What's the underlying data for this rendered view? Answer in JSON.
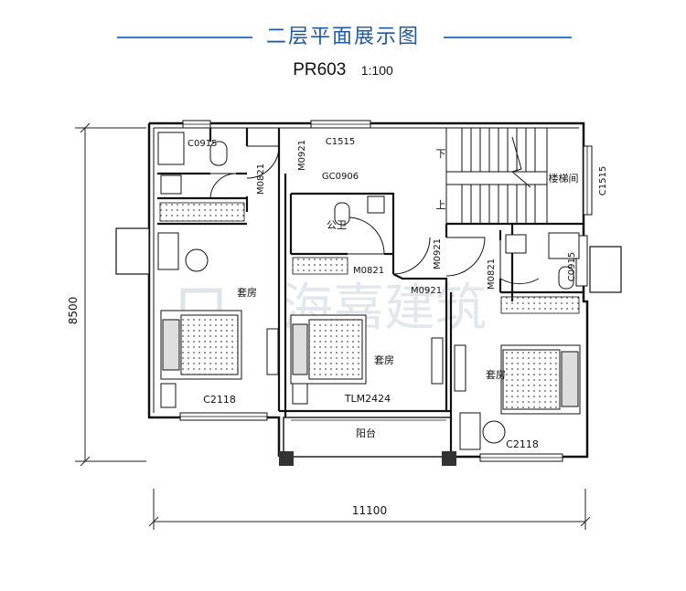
{
  "header": {
    "title": "二层平面展示图",
    "plan_code": "PR603",
    "scale": "1:100",
    "accent_color": "#1e5aa8"
  },
  "dimensions": {
    "height": "8500",
    "width": "11100"
  },
  "watermark": "海嘉建筑",
  "rooms": {
    "suite_left": "套房",
    "suite_center": "套房",
    "suite_right": "套房",
    "public_bath": "公卫",
    "stair": "楼梯间",
    "balcony": "阳台",
    "stair_down": "下",
    "stair_up": "上"
  },
  "openings": {
    "c0915": "C0915",
    "c1515_top": "C1515",
    "c1515_right": "C1515",
    "gc0906": "GC0906",
    "m0921_a": "M0921",
    "m0821_a": "M0821",
    "m0821_b": "M0821",
    "m0921_b": "M0921",
    "m0921_c": "M0921",
    "m0821_c": "M0821",
    "c0915_right": "C0915",
    "c2118_left": "C2118",
    "tlm2424": "TLM2424",
    "c2118_right": "C2118"
  }
}
